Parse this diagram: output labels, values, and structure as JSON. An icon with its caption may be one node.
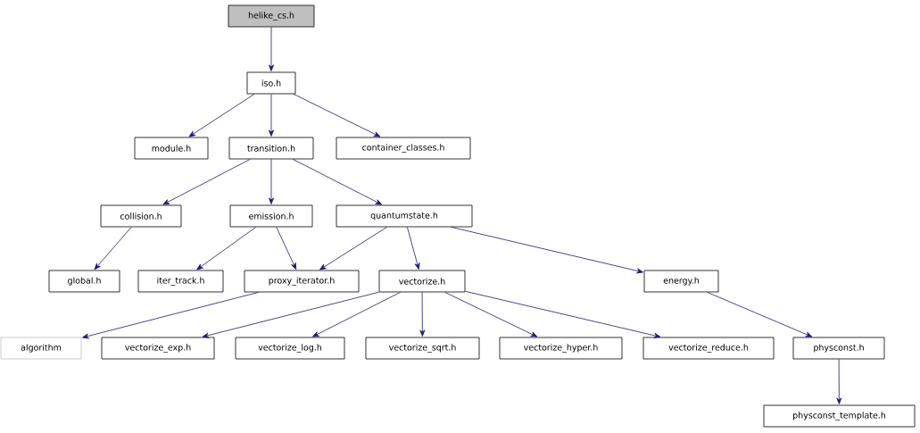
{
  "diagram": {
    "nodes": [
      {
        "text": [
          "helike_cs.h"
        ]
      },
      {
        "text": [
          "iso.h"
        ]
      },
      {
        "text": [
          "module.h"
        ]
      },
      {
        "text": [
          "transition.h"
        ]
      },
      {
        "text": [
          "container_classes.h"
        ]
      },
      {
        "text": [
          "collision.h"
        ]
      },
      {
        "text": [
          "emission.h"
        ]
      },
      {
        "text": [
          "quantumstate.h"
        ]
      },
      {
        "text": [
          "global.h"
        ]
      },
      {
        "text": [
          "iter_track.h"
        ]
      },
      {
        "text": [
          "proxy_iterator.h"
        ]
      },
      {
        "text": [
          "vectorize.h"
        ]
      },
      {
        "text": [
          "energy.h"
        ]
      },
      {
        "text": [
          "algorithm"
        ]
      },
      {
        "text": [
          "vectorize_exp.h"
        ]
      },
      {
        "text": [
          "vectorize_log.h"
        ]
      },
      {
        "text": [
          "vectorize_sqrt.h"
        ]
      },
      {
        "text": [
          "vectorize_hyper.h"
        ]
      },
      {
        "text": [
          "vectorize_reduce.h"
        ]
      },
      {
        "text": [
          "physconst.h"
        ]
      },
      {
        "text": [
          "physconst_template.h"
        ]
      }
    ],
    "edges": [
      {
        "from": 0,
        "to": 1,
        "arrow": "to"
      },
      {
        "from": 1,
        "to": 2,
        "arrow": "to"
      },
      {
        "from": 1,
        "to": 3,
        "arrow": "to"
      },
      {
        "from": 1,
        "to": 4,
        "arrow": "to"
      },
      {
        "from": 3,
        "to": 5,
        "arrow": "to"
      },
      {
        "from": 3,
        "to": 6,
        "arrow": "to"
      },
      {
        "from": 3,
        "to": 7,
        "arrow": "to"
      },
      {
        "from": 5,
        "to": 8,
        "arrow": "to"
      },
      {
        "from": 6,
        "to": 9,
        "arrow": "to"
      },
      {
        "from": 6,
        "to": 10,
        "arrow": "to"
      },
      {
        "from": 7,
        "to": 10,
        "arrow": "to"
      },
      {
        "from": 7,
        "to": 11,
        "arrow": "to"
      },
      {
        "from": 7,
        "to": 12,
        "arrow": "to"
      },
      {
        "from": 10,
        "to": 13,
        "arrow": "to"
      },
      {
        "from": 11,
        "to": 14,
        "arrow": "to"
      },
      {
        "from": 11,
        "to": 15,
        "arrow": "to"
      },
      {
        "from": 11,
        "to": 16,
        "arrow": "to"
      },
      {
        "from": 11,
        "to": 17,
        "arrow": "to"
      },
      {
        "from": 11,
        "to": 18,
        "arrow": "to"
      },
      {
        "from": 12,
        "to": 19,
        "arrow": "to"
      },
      {
        "from": 19,
        "to": 20,
        "arrow": "to"
      }
    ]
  }
}
